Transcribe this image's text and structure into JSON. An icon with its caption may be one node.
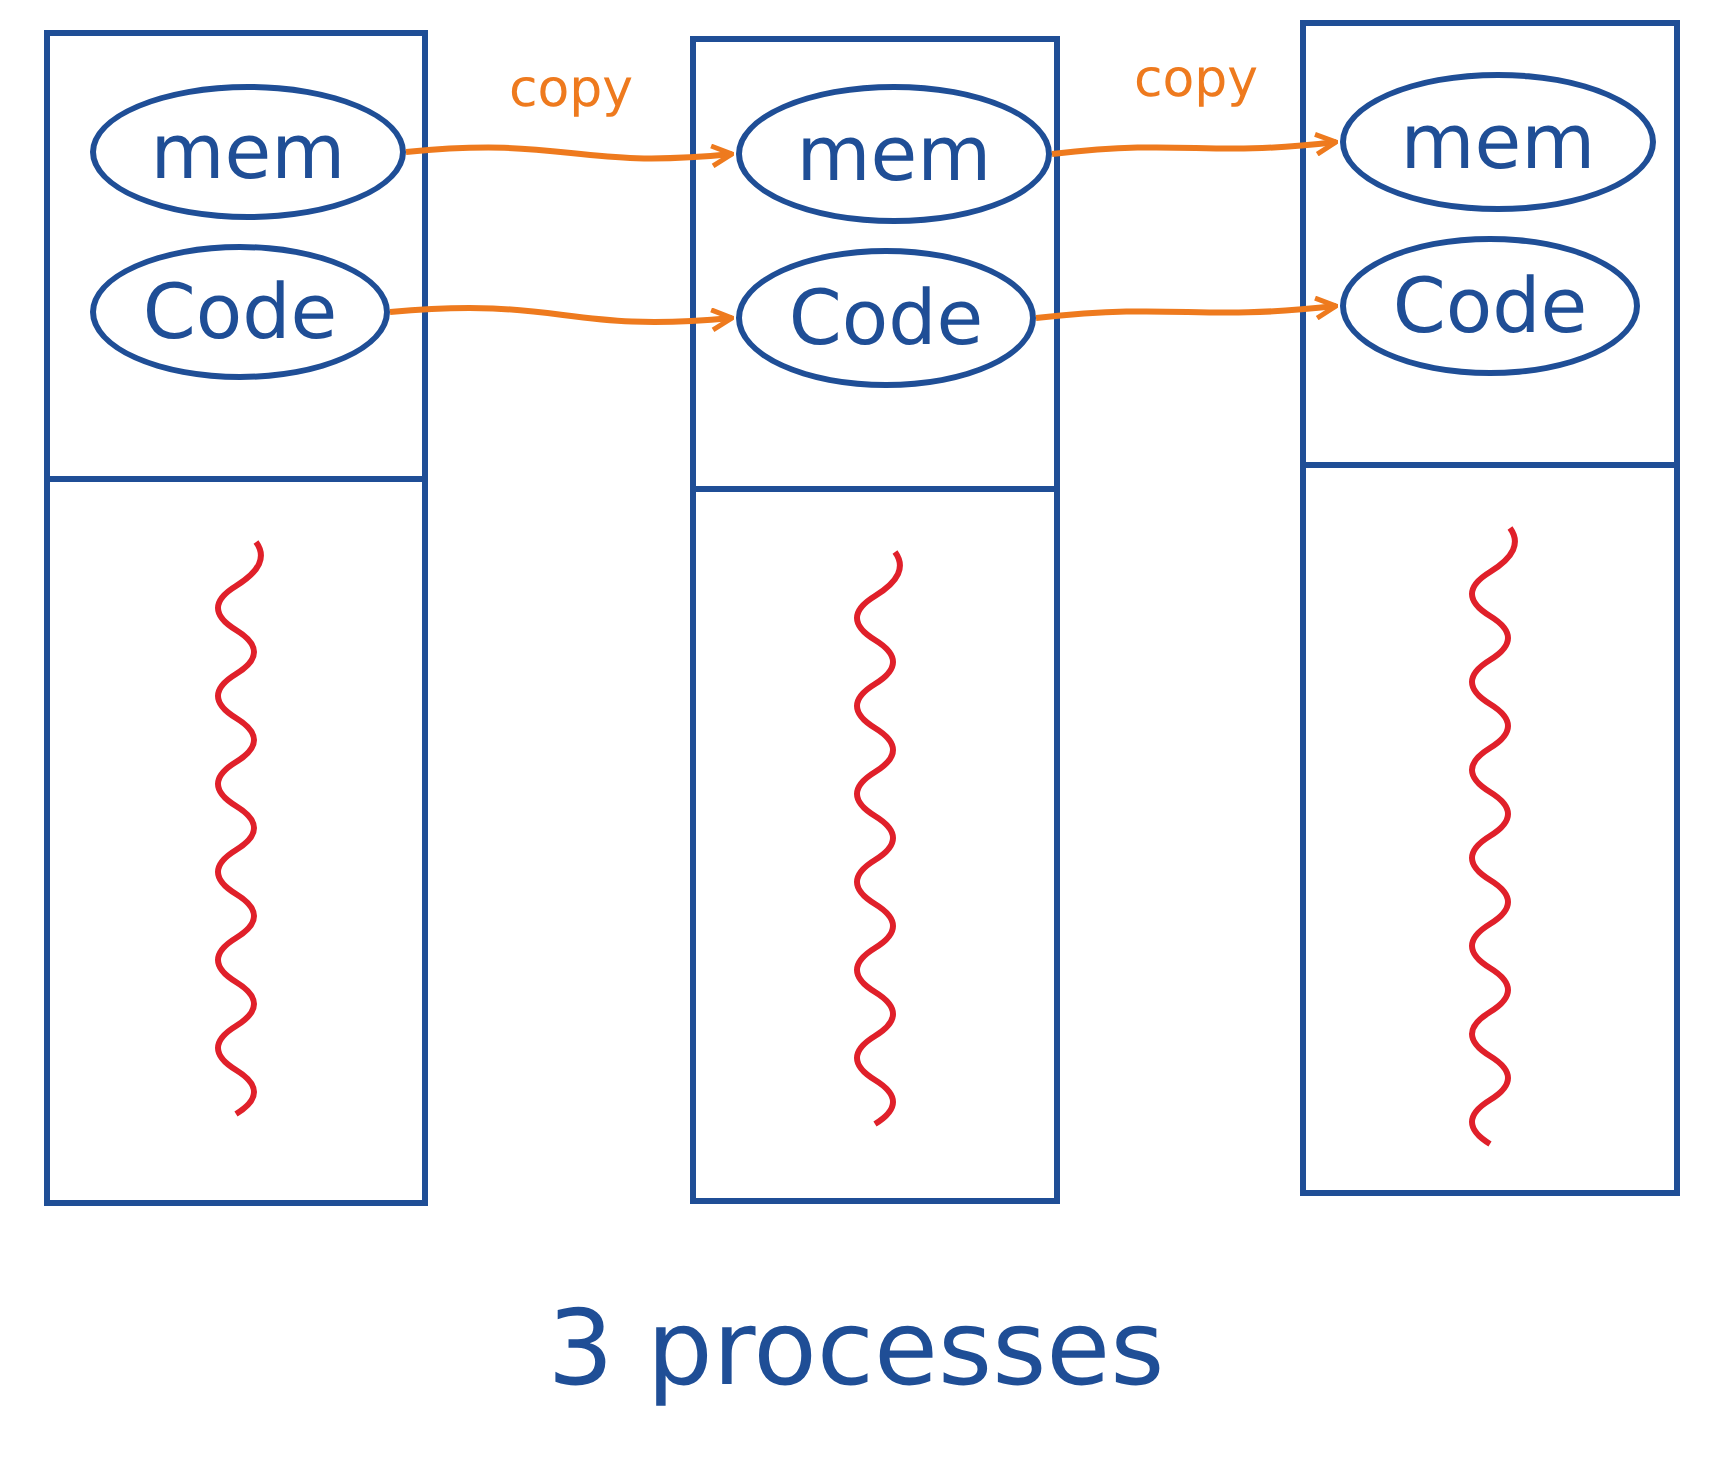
{
  "diagram": {
    "caption": "3 processes",
    "nodes": [
      {
        "text": [],
        "shape": "box"
      },
      {
        "text": [
          "mem"
        ],
        "in": 0
      },
      {
        "text": [
          "Code"
        ],
        "in": 0
      },
      {
        "text": [],
        "shape": "box"
      },
      {
        "text": [
          "mem"
        ],
        "in": 3
      },
      {
        "text": [
          "Code"
        ],
        "in": 3
      },
      {
        "text": [],
        "shape": "box"
      },
      {
        "text": [
          "mem"
        ],
        "in": 6
      },
      {
        "text": [
          "Code"
        ],
        "in": 6
      }
    ],
    "edges": [
      {
        "from": 1,
        "to": 4,
        "arrow": "to",
        "label": "copy"
      },
      {
        "from": 2,
        "to": 5,
        "arrow": "to"
      },
      {
        "from": 4,
        "to": 7,
        "arrow": "to",
        "label": "copy"
      },
      {
        "from": 5,
        "to": 8,
        "arrow": "to"
      }
    ]
  }
}
